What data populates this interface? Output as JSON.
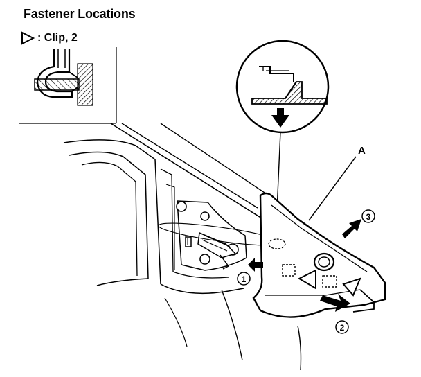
{
  "title": "Fastener Locations",
  "legend": {
    "symbol": "clip-triangle",
    "text": ": Clip, 2"
  },
  "callouts": {
    "part": "A",
    "step1": "1",
    "step2": "2",
    "step3": "3"
  },
  "colors": {
    "ink": "#000000",
    "paper": "#ffffff"
  }
}
